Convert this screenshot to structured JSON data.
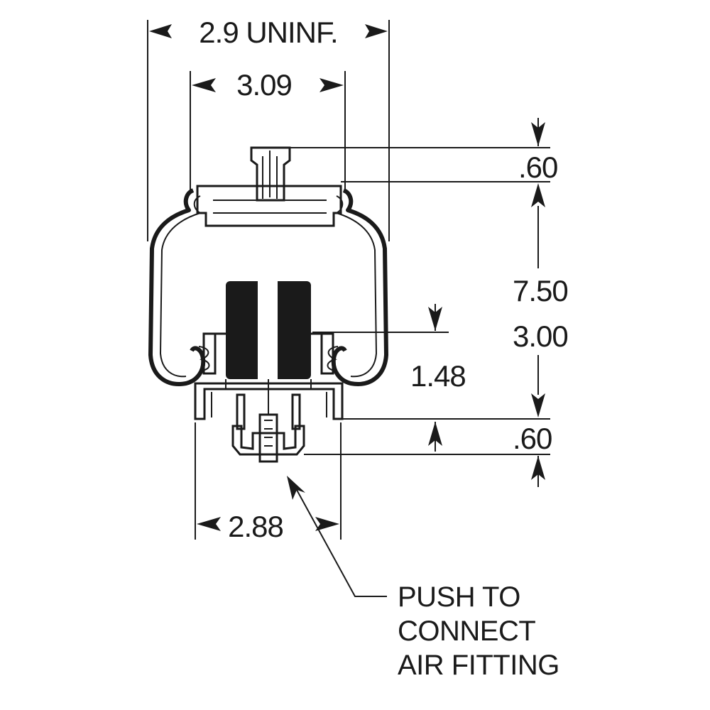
{
  "dimensions": {
    "outer_width": "2.9 UNINF.",
    "top_plate_width": "3.09",
    "top_stud_height": ".60",
    "overall_height": "7.50",
    "compressed_height": "3.00",
    "bumper_height": "1.48",
    "bottom_stud_height": ".60",
    "bottom_piston_width": "2.88"
  },
  "callout": {
    "line1": "PUSH TO",
    "line2": "CONNECT",
    "line3": "AIR FITTING"
  },
  "colors": {
    "ink": "#1a1a1a",
    "background": "#ffffff"
  }
}
